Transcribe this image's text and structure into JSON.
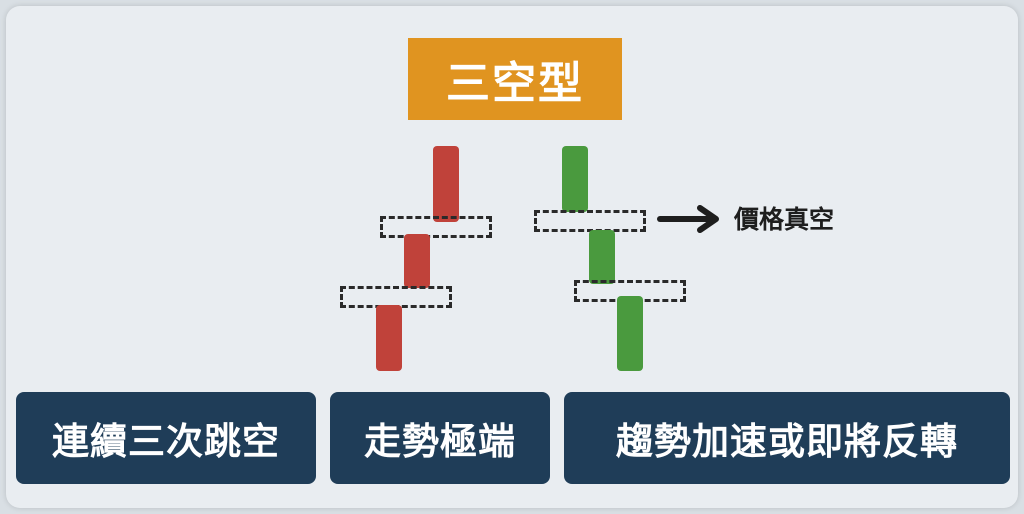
{
  "title": "三空型",
  "annotation": {
    "label": "價格真空",
    "icon": "arrow-right-icon"
  },
  "colors": {
    "title_bg": "#e09420",
    "bearish": "#c0423a",
    "bullish": "#4a9a3e",
    "tag_bg": "#1f3d58"
  },
  "tags": [
    "連續三次跳空",
    "走勢極端",
    "趨勢加速或即將反轉"
  ]
}
